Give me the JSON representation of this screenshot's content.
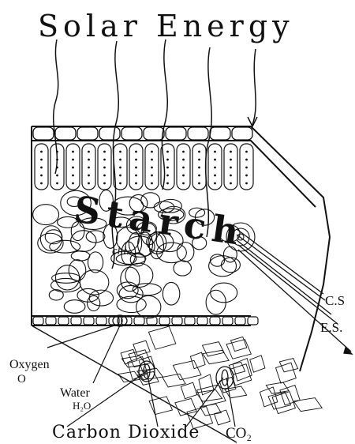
{
  "diagram": {
    "title": "Solar Energy",
    "center_label": "Starch",
    "chlorophyll_label": "chl.",
    "labels": {
      "cs": "C.S",
      "es": "E.S.",
      "oxygen": "Oxygen",
      "oxygen_formula": "O",
      "water": "Water",
      "water_formula": "H₂O",
      "carbon_dioxide": "Carbon Dioxide",
      "co2_formula": "CO₂"
    },
    "colors": {
      "ink": "#111111",
      "paper": "#ffffff"
    }
  }
}
